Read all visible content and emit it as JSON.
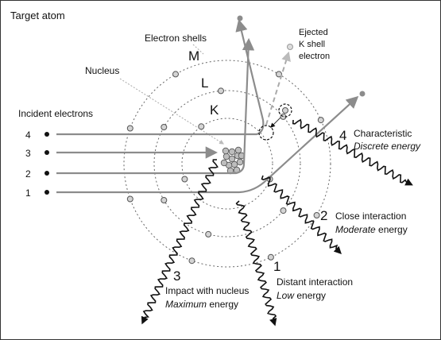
{
  "title": "Target atom",
  "labels": {
    "electron_shells": "Electron shells",
    "nucleus": "Nucleus",
    "incident_electrons": "Incident electrons",
    "ejected_line1": "Ejected",
    "ejected_line2": "K shell",
    "ejected_line3": "electron"
  },
  "shells": [
    "K",
    "L",
    "M"
  ],
  "incident_numbers": [
    "4",
    "3",
    "2",
    "1"
  ],
  "interactions": [
    {
      "number": "4",
      "name": "Characteristic",
      "energy": "Discrete energy"
    },
    {
      "number": "2",
      "name": "Close interaction",
      "energy_em": "Moderate",
      "energy_rest": " energy"
    },
    {
      "number": "1",
      "name": "Distant interaction",
      "energy_em": "Low",
      "energy_rest": " energy"
    },
    {
      "number": "3",
      "name": "Impact with nucleus",
      "energy_em": "Maximum",
      "energy_rest": " energy"
    }
  ],
  "colors": {
    "track": "#8c8c8c",
    "photon": "#111111",
    "shell": "#666666",
    "electron_fill": "#d4d4d4"
  }
}
